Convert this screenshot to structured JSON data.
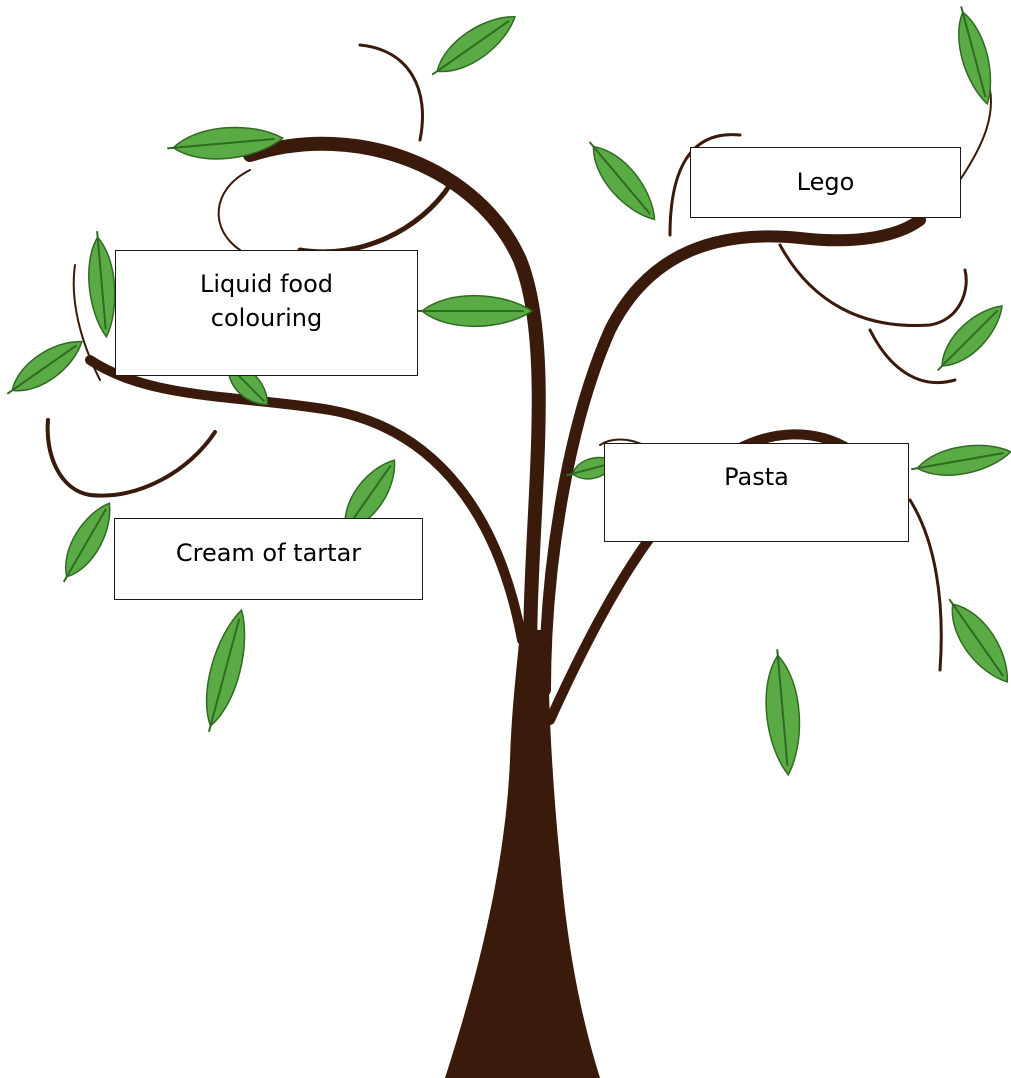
{
  "colors": {
    "trunk": "#3a1a0a",
    "leaf_fill": "#5aaa45",
    "leaf_stroke": "#2f6b22",
    "box_border": "#1a1a1a"
  },
  "labels": {
    "lego": "Lego",
    "liquid_line1": "Liquid food",
    "liquid_line2": "colouring",
    "pasta": "Pasta",
    "cream": "Cream of tartar"
  }
}
